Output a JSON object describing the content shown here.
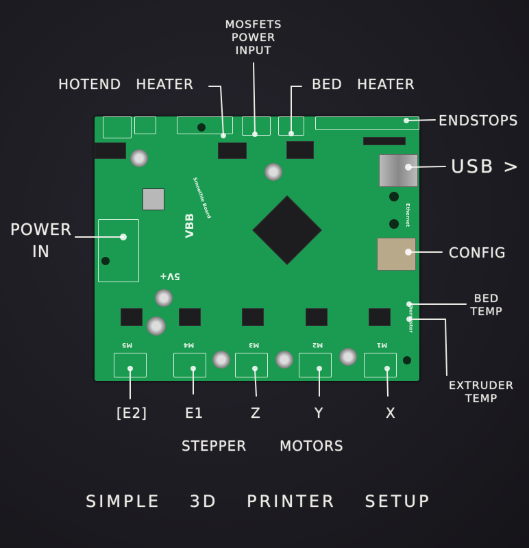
{
  "title": "SIMPLE 3D PRINTER SETUP",
  "labels": {
    "mosfets_line1": "MOSFETS",
    "mosfets_line2": "POWER",
    "mosfets_line3": "INPUT",
    "hotend_heater": "HOTEND HEATER",
    "bed_heater": "BED HEATER",
    "endstops": "ENDSTOPS",
    "usb": "USB >",
    "config": "CONFIG",
    "bed_temp_line1": "BED",
    "bed_temp_line2": "TEMP",
    "extruder_temp_line1": "EXTRUDER",
    "extruder_temp_line2": "TEMP",
    "power_in_line1": "POWER",
    "power_in_line2": "IN",
    "motor_e2": "[E2]",
    "motor_e1": "E1",
    "motor_z": "Z",
    "motor_y": "Y",
    "motor_x": "X",
    "stepper": "STEPPER",
    "motors": "MOTORS"
  },
  "board": {
    "vbb": "VBB",
    "five_v": "5V+",
    "brand": "Smoothie Board",
    "ethernet": "Ethernet",
    "thermistor": "Thermistor",
    "m_labels": [
      "M5",
      "M4",
      "M3",
      "M2",
      "M1"
    ]
  },
  "colors": {
    "board": "#1b9a51",
    "background": "#1e1d24",
    "chalk": "#ecebe4"
  }
}
